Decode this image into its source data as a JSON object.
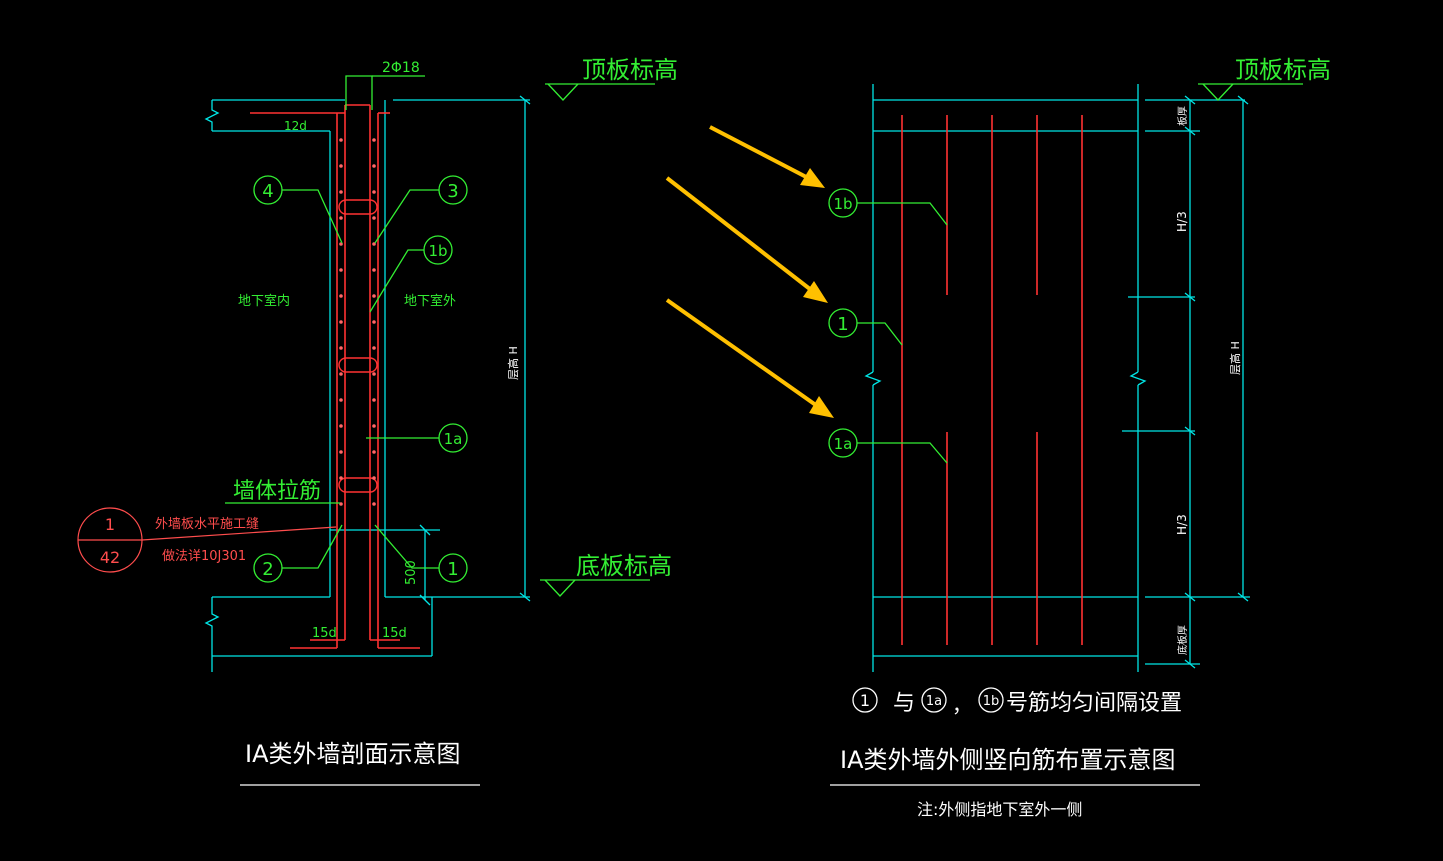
{
  "colors": {
    "background": "#000000",
    "structure": "#00e5e5",
    "annotation": "#33ee33",
    "rebar": "#ff3333",
    "title": "#ffffff",
    "arrow": "#ffc000"
  },
  "left": {
    "label_top_bar": "2Φ18",
    "label_12d": "12d",
    "label_top_elev": "顶板标高",
    "label_bottom_elev": "底板标高",
    "label_inside": "地下室内",
    "label_outside": "地下室外",
    "label_height": "层高 H",
    "label_tie": "墙体拉筋",
    "label_15d_left": "15d",
    "label_15d_right": "15d",
    "label_500": "500",
    "callouts": {
      "c4": "4",
      "c3": "3",
      "c1b": "1b",
      "c1a": "1a",
      "c2": "2",
      "c1": "1"
    },
    "detail_ref": {
      "top": "1",
      "bottom": "42",
      "line1": "外墙板水平施工缝",
      "line2": "做法详10J301"
    },
    "title": "ⅠA类外墙剖面示意图"
  },
  "right": {
    "label_top_elev": "顶板标高",
    "label_top_slab": "板厚",
    "label_h3_top": "H/3",
    "label_height": "层高 H",
    "label_h3_bottom": "H/3",
    "label_bottom_slab": "底板厚",
    "callouts": {
      "c1b": "1b",
      "c1": "1",
      "c1a": "1a"
    },
    "note_c1": "1",
    "note_c1a": "1a",
    "note_c1b": "1b",
    "note_yu": "与",
    "note_comma": "，",
    "note_rest": "号筋均匀间隔设置",
    "title": "ⅠA类外墙外侧竖向筋布置示意图",
    "subnote": "注:外侧指地下室外一侧"
  }
}
